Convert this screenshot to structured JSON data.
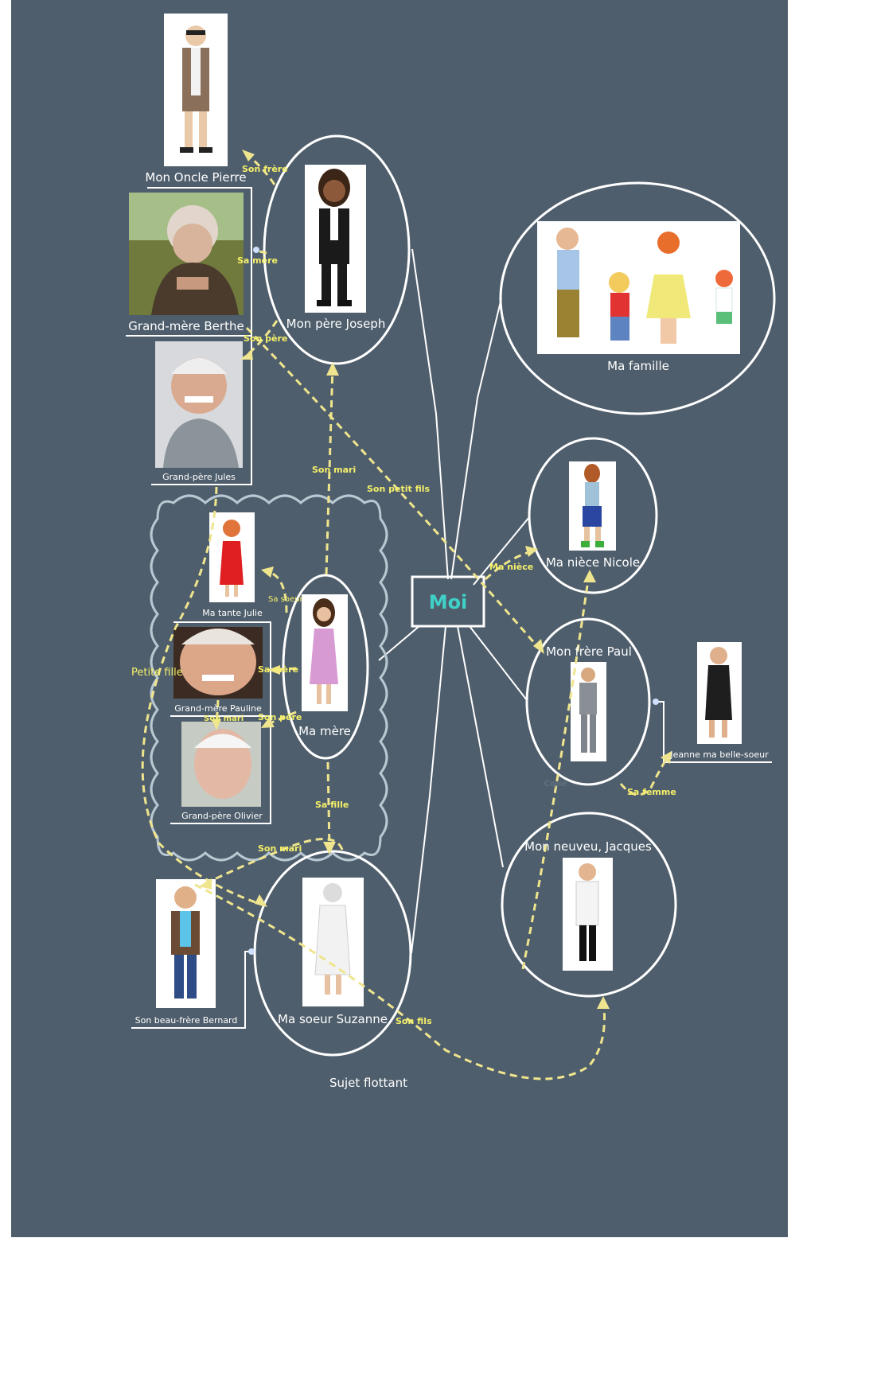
{
  "center": {
    "label": "Moi"
  },
  "nodes": {
    "oncle_pierre": "Mon Oncle Pierre",
    "grand_mere_berthe": "Grand-mère Berthe",
    "grand_pere_jules": "Grand-père Jules",
    "pere_joseph": "Mon père Joseph",
    "ma_famille": "Ma famille",
    "niece_nicole": "Ma nièce Nicole",
    "frere_paul": "Mon frère Paul",
    "jeanne": "Jeanne ma belle-soeur",
    "tante_julie": "Ma tante Julie",
    "grand_mere_pauline": "Grand-mère Pauline",
    "grand_pere_olivier": "Grand-père Olivier",
    "ma_mere": "Ma mère",
    "neveu_jacques": "Mon neuveu, Jacques",
    "beau_frere_bernard": "Son beau-frère Bernard",
    "soeur_suzanne": "Ma soeur Suzanne",
    "floating": "Sujet flottant",
    "ghost": "Copie"
  },
  "relations": {
    "son_frere": "Son frère",
    "sa_mere_1": "Sa mère",
    "son_pere_1": "Son père",
    "son_mari_1": "Son mari",
    "son_petit_fils": "Son petit fils",
    "ma_niece": "Ma nièce",
    "sa_soeur": "Sa soeur",
    "sa_mere_2": "Sa mère",
    "son_mari_2": "Son mari",
    "son_pere_2": "Son père",
    "petite_fille": "Petite fille",
    "sa_fille": "Sa fille",
    "son_mari_3": "Son mari",
    "son_fils": "Son fils",
    "sa_femme": "Sa femme"
  },
  "colors": {
    "canvas": "#4f5e6c",
    "center_text": "#3fd0c8",
    "relation": "#f5f06a",
    "dash": "#efe58e"
  }
}
